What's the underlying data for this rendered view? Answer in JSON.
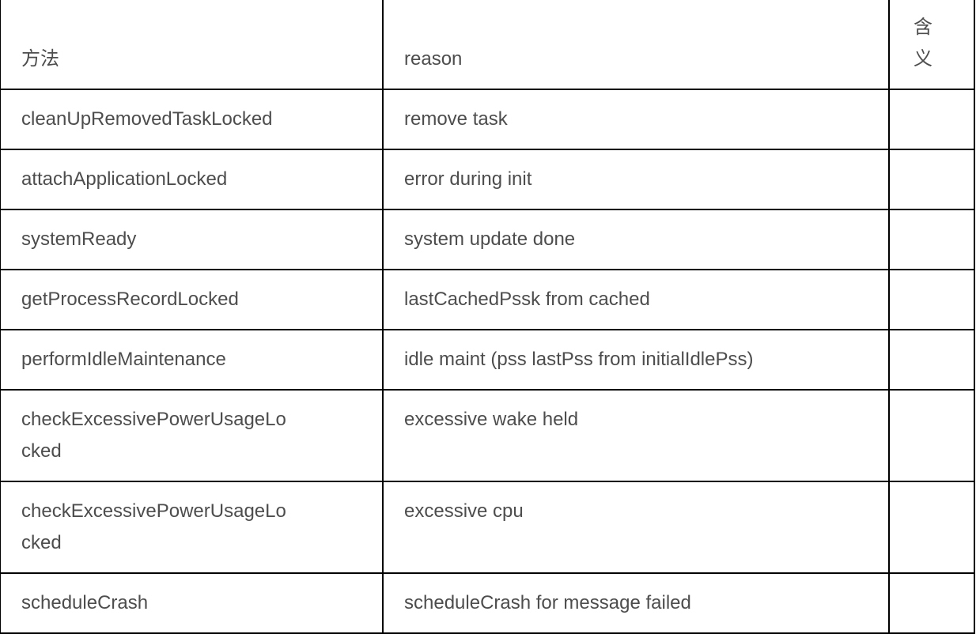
{
  "colors": {
    "border_color": "#000000",
    "text_color": "#4d4d4d",
    "background": "#ffffff"
  },
  "table": {
    "columns": [
      {
        "label": "方法"
      },
      {
        "label": "reason"
      },
      {
        "label": "含义"
      }
    ],
    "rows": [
      {
        "method": "cleanUpRemovedTaskLocked",
        "reason": "remove task",
        "meaning": ""
      },
      {
        "method": "attachApplicationLocked",
        "reason": "error during init",
        "meaning": ""
      },
      {
        "method": "systemReady",
        "reason": "system update done",
        "meaning": ""
      },
      {
        "method": "getProcessRecordLocked",
        "reason": "lastCachedPssk from cached",
        "meaning": ""
      },
      {
        "method": "performIdleMaintenance",
        "reason": "idle maint (pss lastPss from initialIdlePss)",
        "meaning": ""
      },
      {
        "method": "checkExcessivePowerUsageLocked",
        "reason": "excessive wake held",
        "meaning": ""
      },
      {
        "method": "checkExcessivePowerUsageLocked",
        "reason": "excessive cpu",
        "meaning": ""
      },
      {
        "method": "scheduleCrash",
        "reason": "scheduleCrash for message failed",
        "meaning": ""
      }
    ]
  }
}
